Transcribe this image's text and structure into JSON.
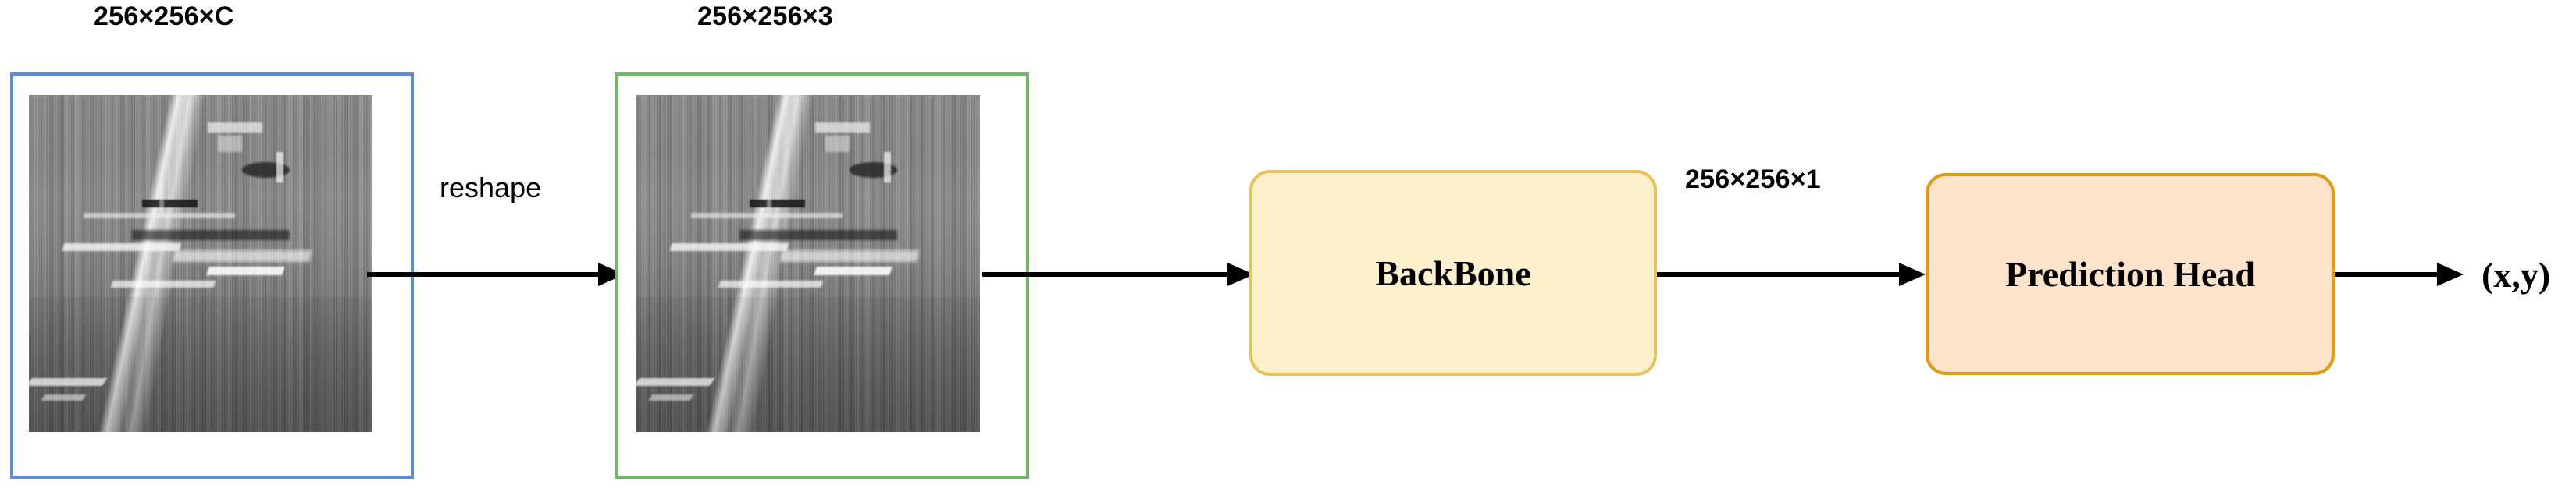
{
  "diagram": {
    "title_text": "",
    "background_color": "#ffffff",
    "stages": [
      {
        "id": "input-tensor",
        "caption": "256×256×C",
        "border_color": "#5B8DD6",
        "kind": "image-panel"
      },
      {
        "id": "reshaped-tensor",
        "caption": "256×256×3",
        "border_color": "#6FB861",
        "kind": "image-panel"
      },
      {
        "id": "backbone",
        "label": "BackBone",
        "fill_color": "#FCF0CD",
        "border_color": "#E8C35C",
        "kind": "process-box"
      },
      {
        "id": "prediction-head",
        "label": "Prediction Head",
        "fill_color": "#FCE3C9",
        "border_color": "#DE9C12",
        "kind": "process-box"
      }
    ],
    "edges": [
      {
        "id": "reshape-edge",
        "label": "reshape"
      },
      {
        "id": "tensor-to-backbone-edge",
        "label": ""
      },
      {
        "id": "backbone-to-head-edge",
        "label": "256×256×1"
      },
      {
        "id": "head-to-output-edge",
        "label": ""
      }
    ],
    "output": {
      "label": "(x,y)"
    }
  }
}
